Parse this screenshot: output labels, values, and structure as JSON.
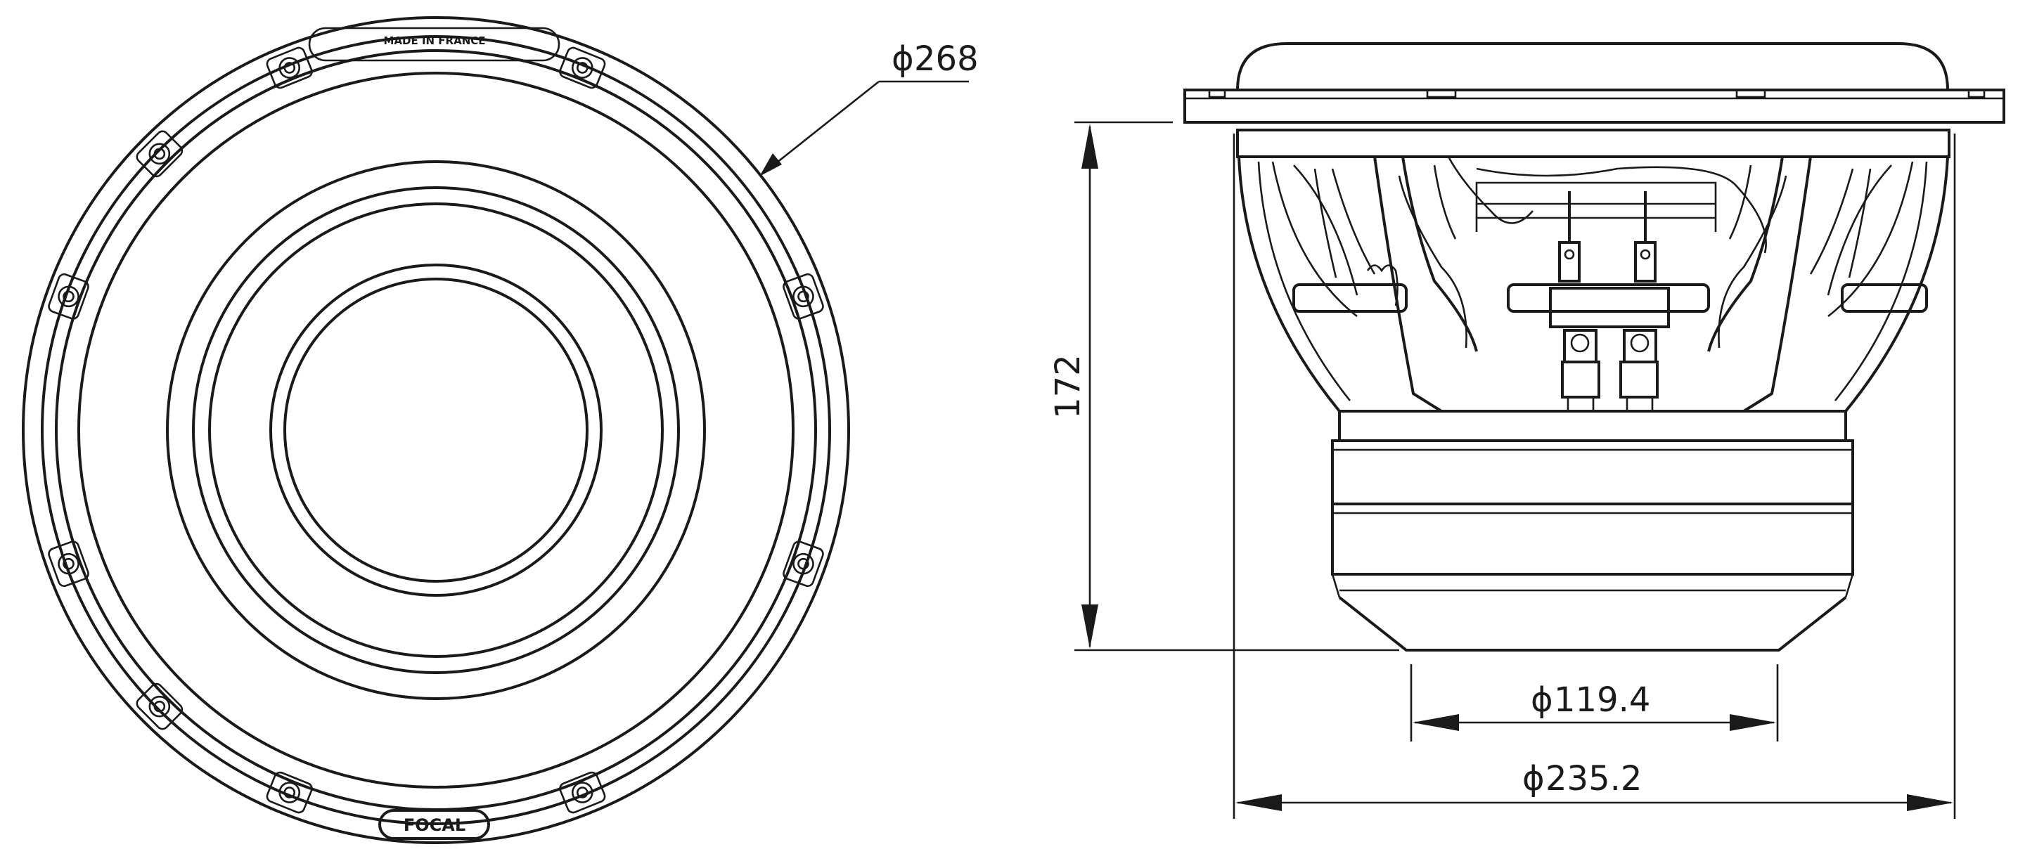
{
  "front_view": {
    "made_in_label": "MADE IN FRANCE",
    "brand_label": "FOCAL"
  },
  "dimensions": {
    "outer_diameter": "268",
    "height": "172",
    "magnet_diameter": "119.4",
    "cutout_diameter": "235.2",
    "diameter_symbol": "ϕ"
  },
  "colors": {
    "line": "#1a1a1a",
    "background": "#ffffff"
  }
}
